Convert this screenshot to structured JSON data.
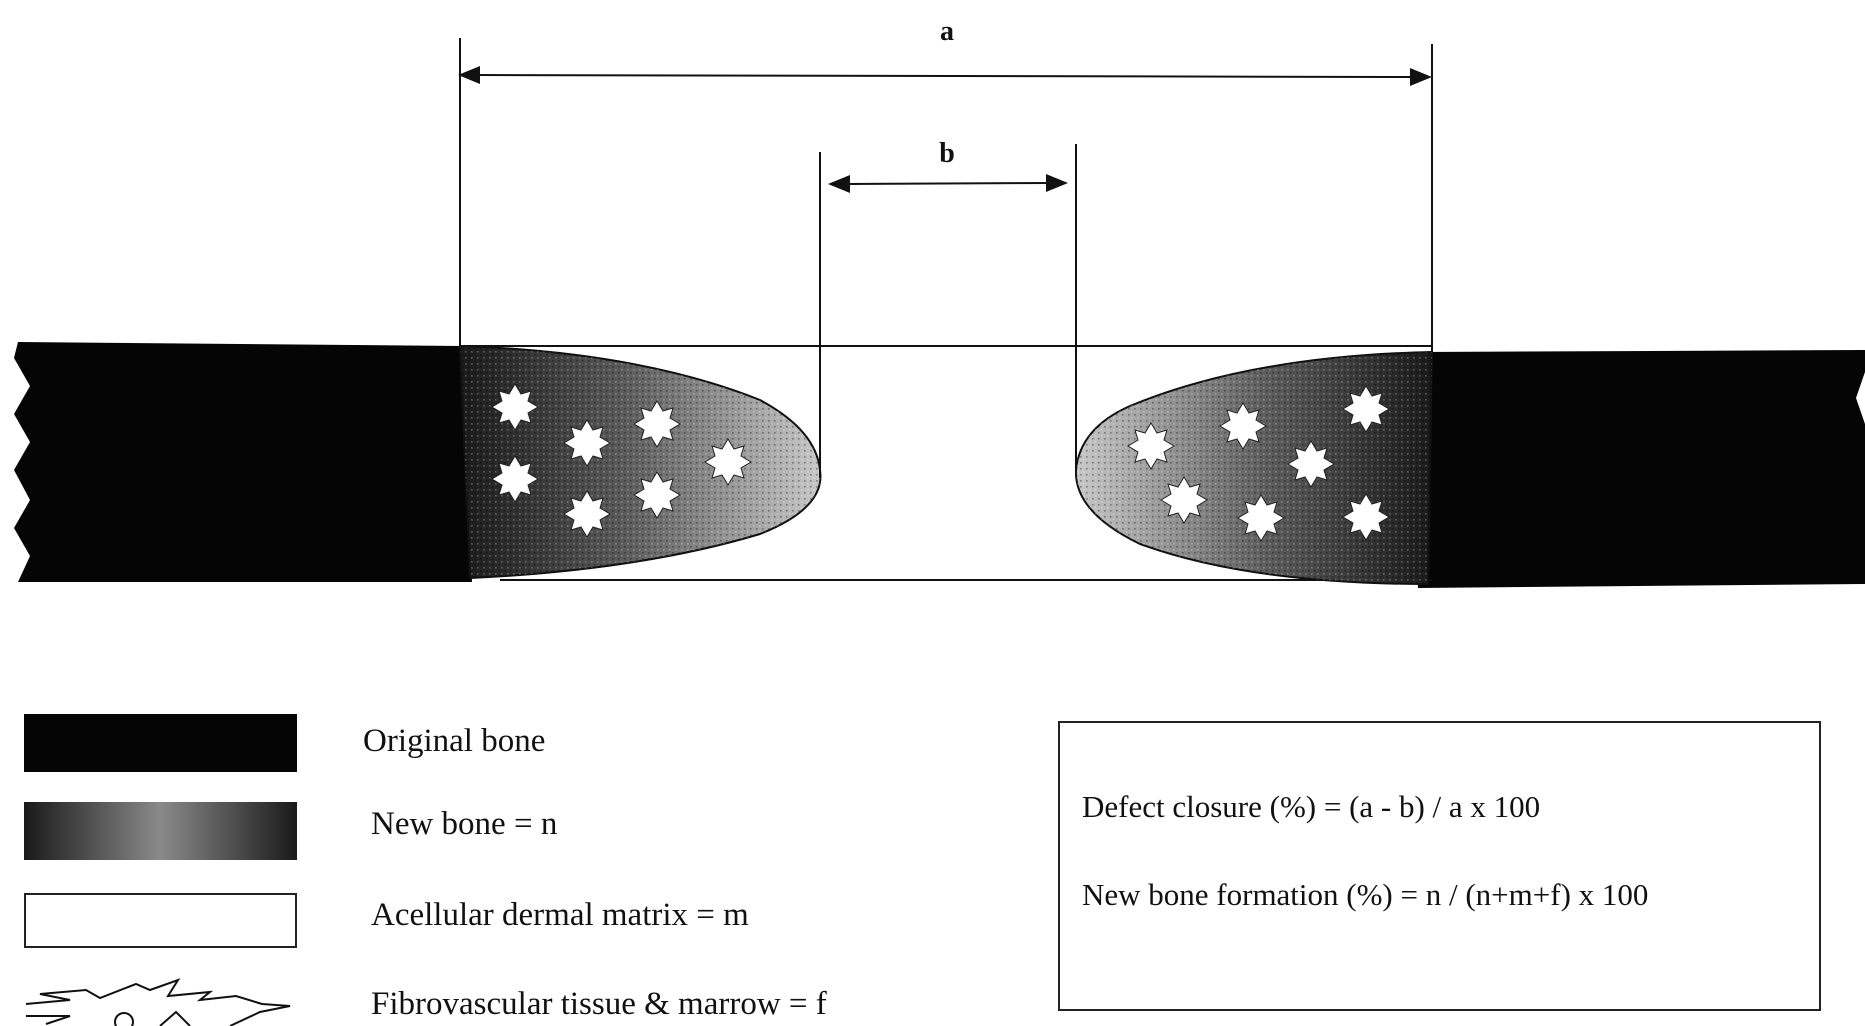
{
  "dimensions": {
    "a_label": "a",
    "b_label": "b"
  },
  "legend": {
    "original_bone": "Original bone",
    "new_bone": "New bone = n",
    "matrix": "Acellular dermal matrix = m",
    "fibro": "Fibrovascular tissue & marrow = f"
  },
  "formulas": {
    "defect_closure": "Defect closure (%) = (a - b) / a x 100",
    "new_bone_formation": "New bone formation (%) = n / (n+m+f) x 100"
  },
  "colors": {
    "original_bone": "#050505",
    "matrix": "#ffffff",
    "line": "#111111"
  }
}
